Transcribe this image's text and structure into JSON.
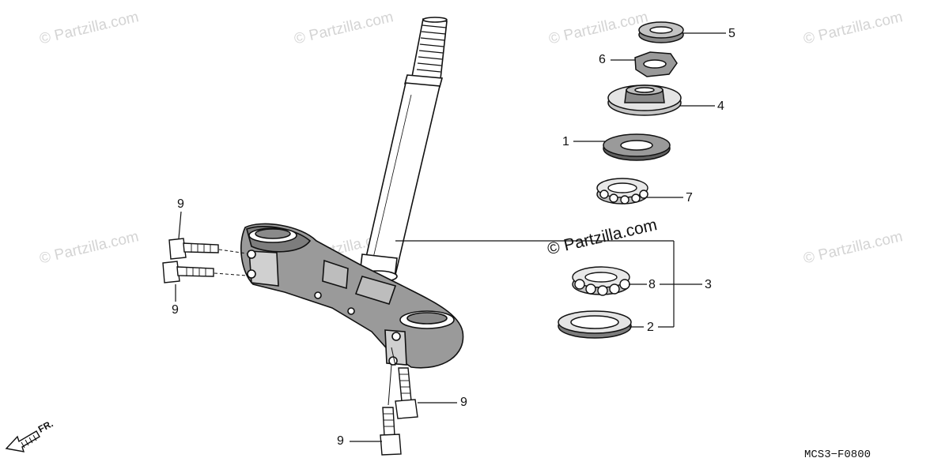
{
  "watermarks": [
    "© Partzilla.com",
    "© Partzilla.com",
    "© Partzilla.com",
    "© Partzilla.com",
    "© Partzilla.com",
    "© Partzilla.com",
    "© Partzilla.com"
  ],
  "watermark_center": "© Partzilla.com",
  "callouts": {
    "c1": "1",
    "c2": "2",
    "c3": "3",
    "c4": "4",
    "c5": "5",
    "c6": "6",
    "c7": "7",
    "c8": "8",
    "c9a": "9",
    "c9b": "9",
    "c9c": "9",
    "c9d": "9"
  },
  "direction_label": "FR.",
  "diagram_code": "MCS3−F0800",
  "colors": {
    "ink": "#111111",
    "watermark": "#d4d4d4",
    "part_fill": "#9a9a9a"
  }
}
